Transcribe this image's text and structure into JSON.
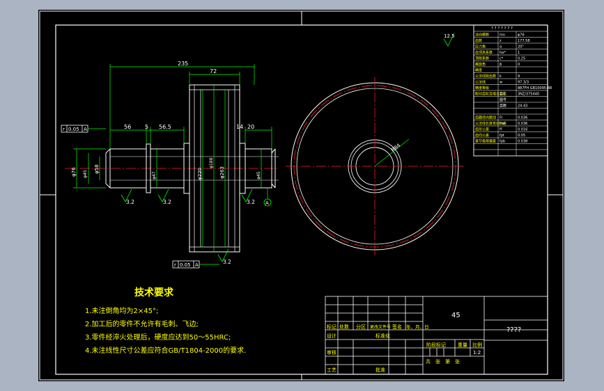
{
  "dimensions": {
    "overall_length": "235",
    "gear_width": "72",
    "seg_56": "56",
    "seg_5": "5",
    "seg_56_5": "56.5",
    "seg_14": "14",
    "seg_20": "20",
    "dia_76": "φ76",
    "dia_phi45": "φ45",
    "dia_58": "φ58",
    "dia_phi47": "φ47",
    "dia_220": "φ220",
    "dia_phi188": "φ188",
    "dia_263": "φ263",
    "dia_phi45r": "φ45",
    "r_label": "R84"
  },
  "roughness": {
    "r1": "3.2",
    "r2": "3.2",
    "r3": "3.2",
    "r4": "3.2",
    "top": "12.5"
  },
  "tolerance": {
    "top_frame": "0.05",
    "top_datum": "A",
    "bottom_frame": "0.05",
    "bottom_datum": "A",
    "sym": "r",
    "datum_marker": "A"
  },
  "tech": {
    "title": "技术要求",
    "items": [
      "1.未注倒角均为2×45°;",
      "2.加工后的零件不允许有毛刺、飞边;",
      "3.零件经淬火处理后，硬度应达到50～55HRC;",
      "4.未注线性尺寸公差应符合GB/T1804-2000的要求."
    ]
  },
  "param_table": {
    "title": "? ? ? ? ? ? ?",
    "rows": [
      [
        "法向模数",
        "mn",
        "φ76"
      ],
      [
        "齿数",
        "z",
        "177.58"
      ],
      [
        "压力角",
        "α",
        "20°"
      ],
      [
        "齿顶高系数",
        "ha*",
        "1"
      ],
      [
        "顶隙系数",
        "c*",
        "0.25"
      ],
      [
        "螺旋角",
        "β",
        "0"
      ],
      [
        "精度",
        "",
        ""
      ],
      [
        "公法线跨齿数",
        "k",
        "9"
      ],
      [
        "公法线",
        "w",
        "97.3/3"
      ],
      [
        "精度等级",
        "",
        "887FH GB10095-88"
      ],
      [
        "配对齿轮及啮合齿轮",
        "Z/Z",
        "3NZ/375440"
      ],
      [
        "",
        "图号",
        ""
      ],
      [
        "",
        "齿数",
        "24.43"
      ],
      [
        "",
        "",
        ""
      ],
      [
        "齿圈径向跳动",
        "Fr",
        "0.036"
      ],
      [
        "公法线长度变动公差",
        "Fw",
        "0.036"
      ],
      [
        "齿形公差",
        "ff",
        "0.016"
      ],
      [
        "齿向公差",
        "fpt",
        "0.05"
      ],
      [
        "基节极限偏差",
        "fpb",
        "0.038"
      ],
      [
        "",
        "",
        ""
      ],
      [
        "",
        "",
        ""
      ]
    ]
  },
  "title_block": {
    "material": "45",
    "name": "????",
    "h_mark": "标记",
    "h_count": "处数",
    "h_zone": "分区",
    "h_doc": "更改文件号",
    "h_sign": "签名",
    "h_date": "年、月、日",
    "design": "设计",
    "standard": "标准化",
    "stage": "阶段标记",
    "weight": "重量",
    "scale_label": "比例",
    "scale": "1:2",
    "review": "审核",
    "process": "工艺",
    "approve": "批准",
    "sheet_info": "共　张　第　张"
  },
  "colors": {
    "line": "#ffffff",
    "dim": "#00ff00",
    "center": "#ff2020",
    "text": "#ffff00",
    "frame": "#ffffff"
  }
}
